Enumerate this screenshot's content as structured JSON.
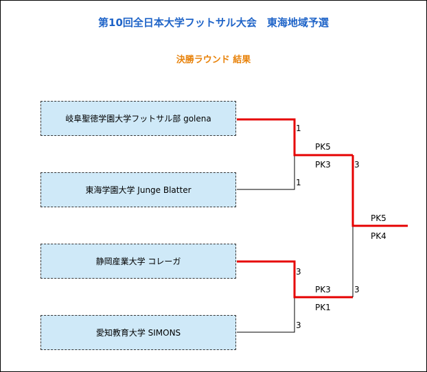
{
  "title": "第10回全日本大学フットサル大会　東海地域予選",
  "subtitle": "決勝ラウンド 結果",
  "teams": [
    {
      "name": "岐阜聖徳学園大学フットサル部  golena"
    },
    {
      "name": "東海学園大学  Junge Blatter"
    },
    {
      "name": "静岡産業大学  コレーガ"
    },
    {
      "name": "愛知教育大学  SIMONS"
    }
  ],
  "semifinals": [
    {
      "score_top": "1",
      "score_bottom": "1",
      "pk_winner": "PK5",
      "pk_loser": "PK3"
    },
    {
      "score_top": "3",
      "score_bottom": "3",
      "pk_winner": "PK3",
      "pk_loser": "PK1"
    }
  ],
  "final": {
    "score_top": "3",
    "score_bottom": "3",
    "pk_winner": "PK5",
    "pk_loser": "PK4"
  },
  "colors": {
    "title": "#1f64c8",
    "subtitle": "#e8820a",
    "winner_line": "#e60000",
    "loser_line": "#000000",
    "team_box": "#cfe9f8"
  }
}
